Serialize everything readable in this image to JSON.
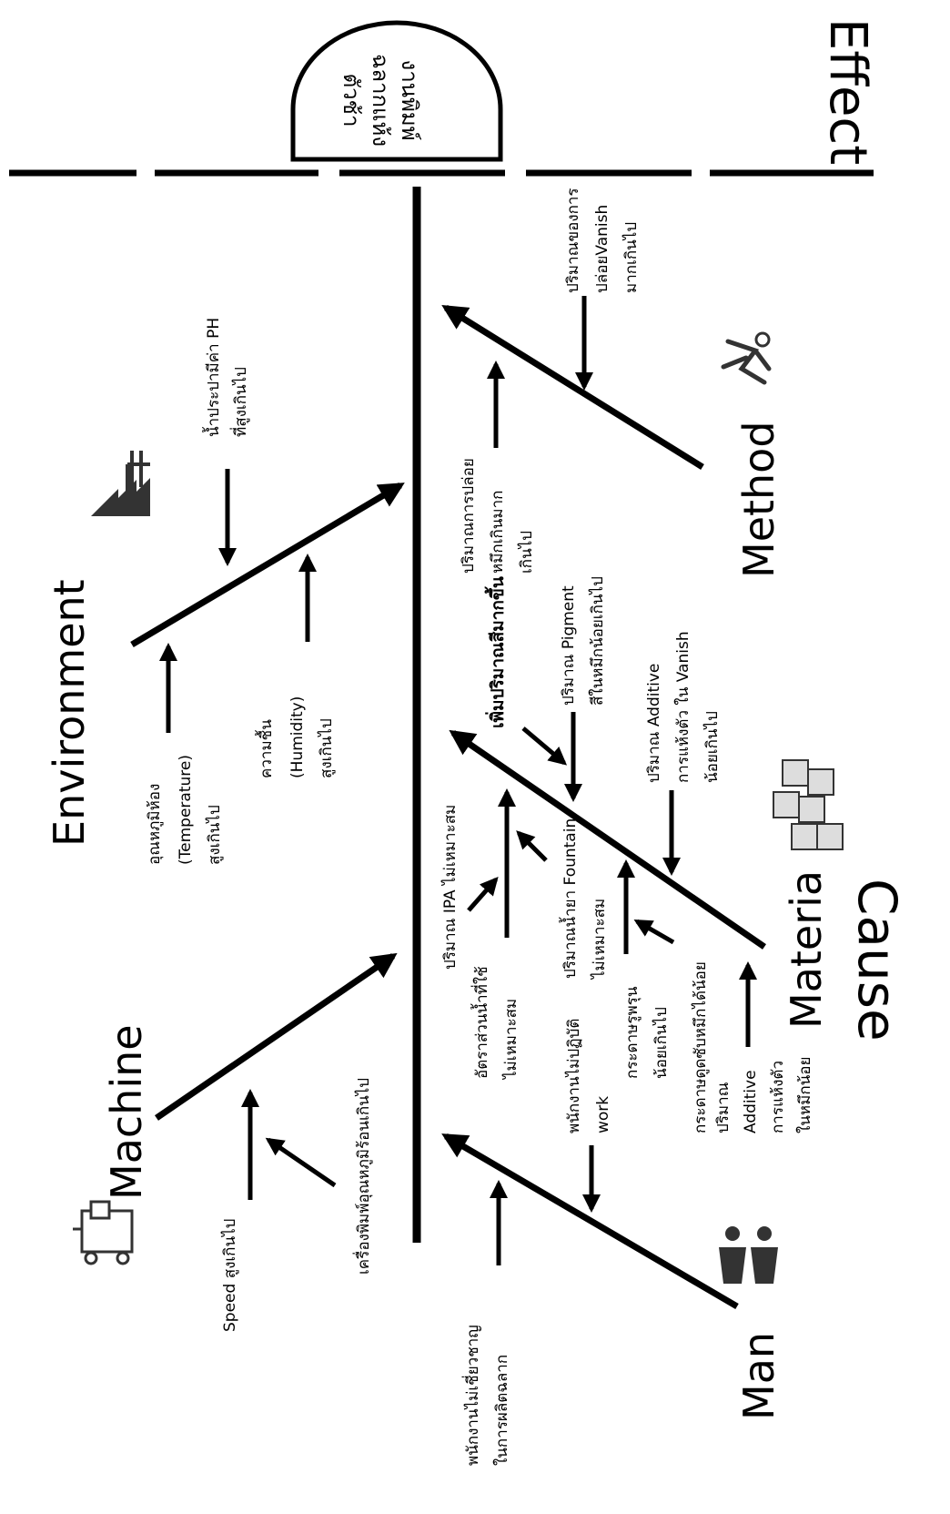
{
  "effect_label": "Effect",
  "cause_label": "Cause",
  "effect_head": [
    "งานพิมพ์",
    "ฉลากแห้ง",
    "ตัวช้า"
  ],
  "categories": {
    "environment": "Environment",
    "machine": "Machine",
    "method": "Method",
    "materia": "Materia",
    "man": "Man"
  },
  "causes": {
    "ph": [
      "น้ำประปามีค่า PH",
      "ที่สูงเกินไป"
    ],
    "temperature": [
      "อุณหภูมิห้อง",
      "(Temperature)",
      "สูงเกินไป"
    ],
    "humidity": [
      "ความชื้น",
      "(Humidity)",
      "สูงเกินไป"
    ],
    "speed": "Speed สูงเกินไป",
    "machine_temp": "เครื่องพิมพ์อุณหภูมิร้อนเกินไป",
    "vanish_release": [
      "ปริมาณของการ",
      "ปล่อยVanish",
      "มากเกินไป"
    ],
    "ink_release": [
      "ปริมาณการปล่อย",
      "หมึกเกินมาก",
      "เกินไป"
    ],
    "more_color": "เพิ่มปริมาณสีมากขึ้น",
    "pigment": [
      "ปริมาณ Pigment",
      "สีในหมึกน้อยเกินไป"
    ],
    "additive_vanish": [
      "ปริมาณ Additive",
      "การแห้งตัว ใน Vanish",
      "น้อยเกินไป"
    ],
    "ipa": "ปริมาณ IPA ไม่เหมาะสม",
    "mix_ratio": [
      "อัตราส่วนน้ำที่ใช้",
      "ไม่เหมาะสม"
    ],
    "fountain": [
      "ปริมาณน้ำยา Fountain",
      "ไม่เหมาะสม"
    ],
    "paper_porous": [
      "กระดาษรูพรุน",
      "น้อยเกินไป"
    ],
    "paper_absorb": "กระดาษดูดซับหมึกได้น้อย",
    "additive_ink": [
      "ปริมาณ",
      "Additive",
      "การแห้งตัว",
      "ในหมึกน้อย"
    ],
    "staff_not_follow": [
      "พนักงานไม่ปฏิบัติ",
      "work"
    ],
    "staff_skill": [
      "พนักงานไม่เชี่ยวชาญ",
      "ในการผลิตฉลาก"
    ]
  }
}
